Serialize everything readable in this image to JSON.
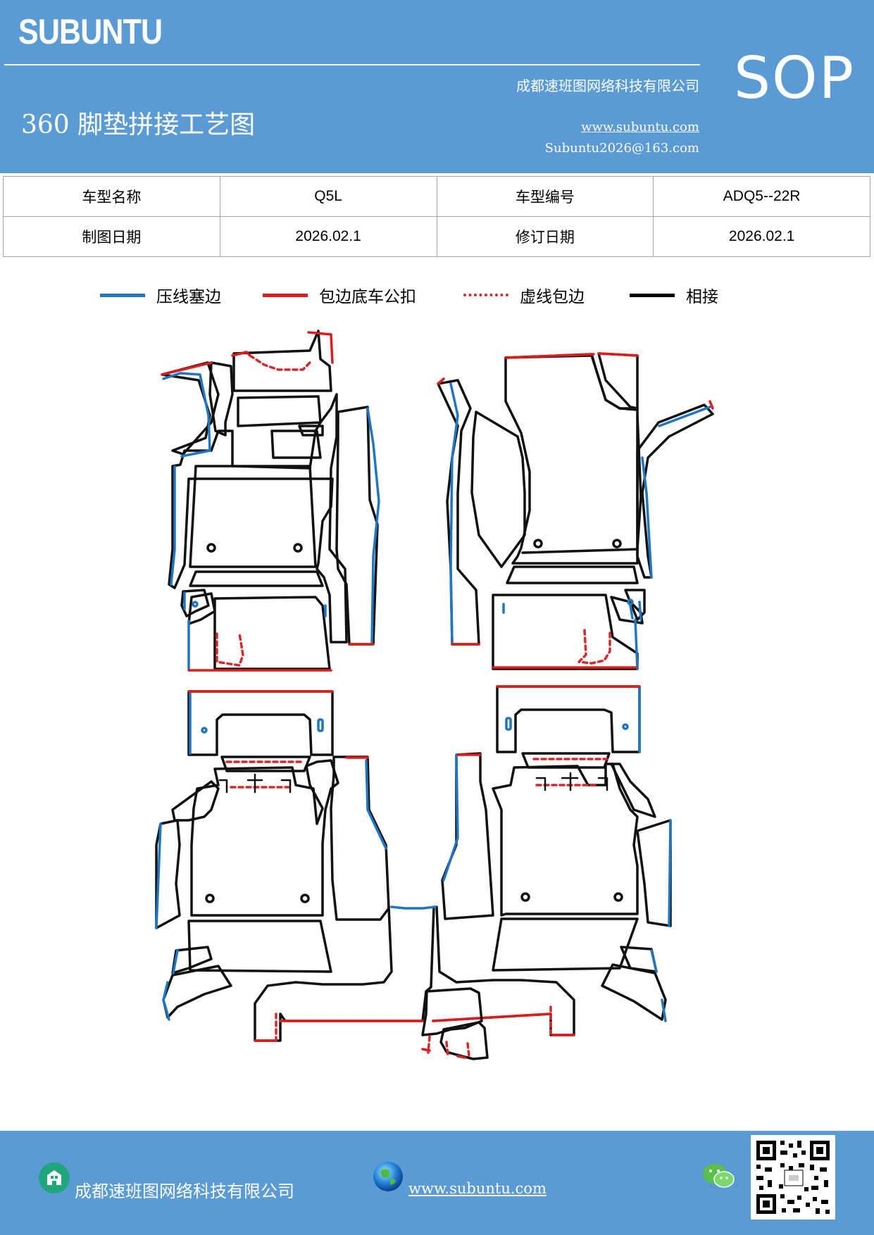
{
  "header": {
    "brand": "SUBUNTU",
    "company": "成都速班图网络科技有限公司",
    "title": "360 脚垫拼接工艺图",
    "website": "www.subuntu.com",
    "email": "Subuntu2026@163.com",
    "badge": "SOP"
  },
  "info_table": {
    "row1": {
      "label1": "车型名称",
      "value1": "Q5L",
      "label2": "车型编号",
      "value2": "ADQ5--22R"
    },
    "row2": {
      "label1": "制图日期",
      "value1": "2026.02.1",
      "label2": "修订日期",
      "value2": "2026.02.1"
    }
  },
  "legend": [
    {
      "label": "压线塞边",
      "color": "#1f77c4",
      "style": "solid"
    },
    {
      "label": "包边底车公扣",
      "color": "#e11b1b",
      "style": "solid"
    },
    {
      "label": "虚线包边",
      "color": "#d42a2a",
      "style": "dashed"
    },
    {
      "label": "相接",
      "color": "#000000",
      "style": "solid"
    }
  ],
  "colors": {
    "header_bg": "#5b9bd5",
    "press_line": "#1f77c4",
    "wrap_line": "#e11b1b",
    "join_line": "#000000"
  },
  "footer": {
    "company": "成都速班图网络科技有限公司",
    "website": "www.subuntu.com",
    "icons": [
      "building-icon",
      "globe-icon",
      "wechat-icon",
      "qr-code"
    ]
  }
}
